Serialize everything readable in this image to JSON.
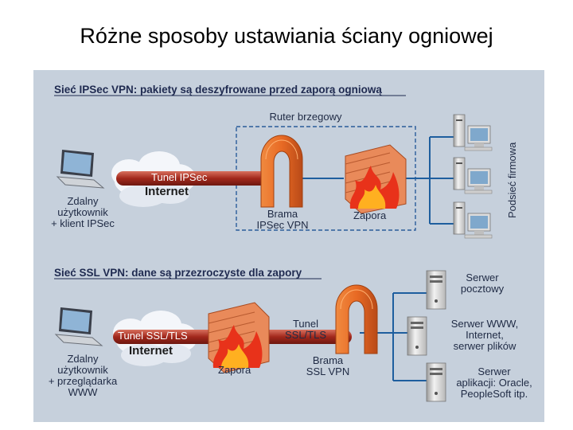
{
  "title": "Różne sposoby ustawiania ściany ogniowej",
  "ipsec": {
    "header": "Sieć IPSec VPN: pakiety są deszyfrowane przed zaporą ogniową",
    "router_label": "Ruter brzegowy",
    "tunnel_label": "Tunel IPSec",
    "internet_label": "Internet",
    "gateway_label_1": "Brama",
    "gateway_label_2": "IPSec VPN",
    "firewall_label": "Zapora",
    "user_label_1": "Zdalny",
    "user_label_2": "użytkownik",
    "user_label_3": "+ klient IPSec",
    "corp_net_label": "Podsieć firmowa"
  },
  "ssl": {
    "header": "Sieć SSL VPN: dane są przezroczyste dla zapory",
    "tunnel_label": "Tunel SSL/TLS",
    "internet_label": "Internet",
    "tunnel2_label_1": "Tunel",
    "tunnel2_label_2": "SSL/TLS",
    "firewall_label": "Zapora",
    "gateway_label_1": "Brama",
    "gateway_label_2": "SSL VPN",
    "user_label_1": "Zdalny",
    "user_label_2": "użytkownik",
    "user_label_3": "+ przeglądarka",
    "user_label_4": "WWW",
    "server1_label_1": "Serwer",
    "server1_label_2": "pocztowy",
    "server2_label_1": "Serwer WWW,",
    "server2_label_2": "Internet,",
    "server2_label_3": "serwer plików",
    "server3_label_1": "Serwer",
    "server3_label_2": "aplikacji: Oracle,",
    "server3_label_3": "PeopleSoft itp."
  },
  "colors": {
    "panel": "#c6d0dc",
    "tunnel": "#a83428",
    "line": "#1e5e9e",
    "flame": "#e03a1a",
    "brick": "#e06a3a"
  }
}
